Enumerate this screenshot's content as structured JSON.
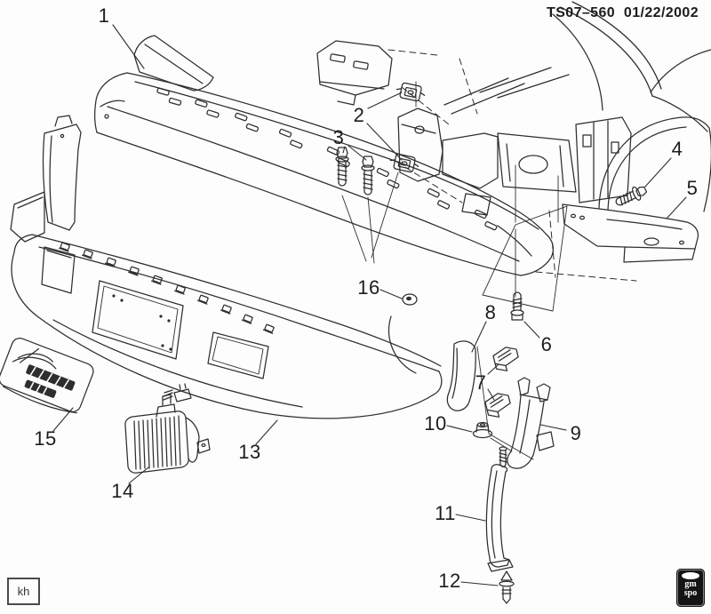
{
  "title": "TS07–560 01/22/2002",
  "corner_box": {
    "text": "kh"
  },
  "logo": {
    "line1": "gm",
    "line2": "spo"
  },
  "colors": {
    "ink": "#2e2e2e",
    "paper": "#fdfdfd"
  },
  "diagram_type": "exploded parts diagram",
  "callouts": [
    {
      "label": "1"
    },
    {
      "label": "2"
    },
    {
      "label": "3"
    },
    {
      "label": "4"
    },
    {
      "label": "5"
    },
    {
      "label": "6"
    },
    {
      "label": "7"
    },
    {
      "label": "8"
    },
    {
      "label": "9"
    },
    {
      "label": "10"
    },
    {
      "label": "11"
    },
    {
      "label": "12"
    },
    {
      "label": "13"
    },
    {
      "label": "14"
    },
    {
      "label": "15"
    },
    {
      "label": "16"
    }
  ]
}
